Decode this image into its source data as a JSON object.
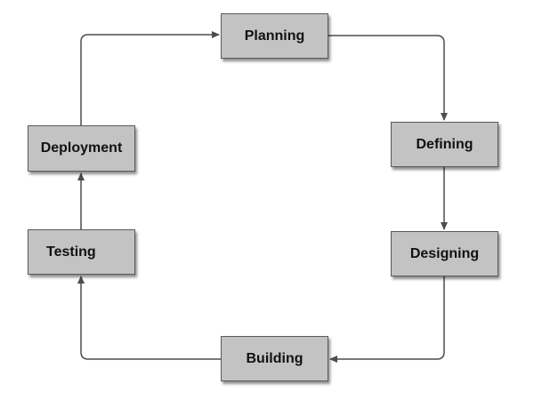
{
  "stages": {
    "planning": "Planning",
    "defining": "Defining",
    "designing": "Designing",
    "building": "Building",
    "testing": "Testing",
    "deployment": "Deployment"
  },
  "colors": {
    "box_fill": "#c3c3c3",
    "box_border": "#5a5a5a",
    "connector": "#4d4d4d",
    "text": "#111111"
  },
  "flow": [
    {
      "from": "planning",
      "to": "defining"
    },
    {
      "from": "defining",
      "to": "designing"
    },
    {
      "from": "designing",
      "to": "building"
    },
    {
      "from": "building",
      "to": "testing"
    },
    {
      "from": "testing",
      "to": "deployment"
    },
    {
      "from": "deployment",
      "to": "planning"
    }
  ]
}
